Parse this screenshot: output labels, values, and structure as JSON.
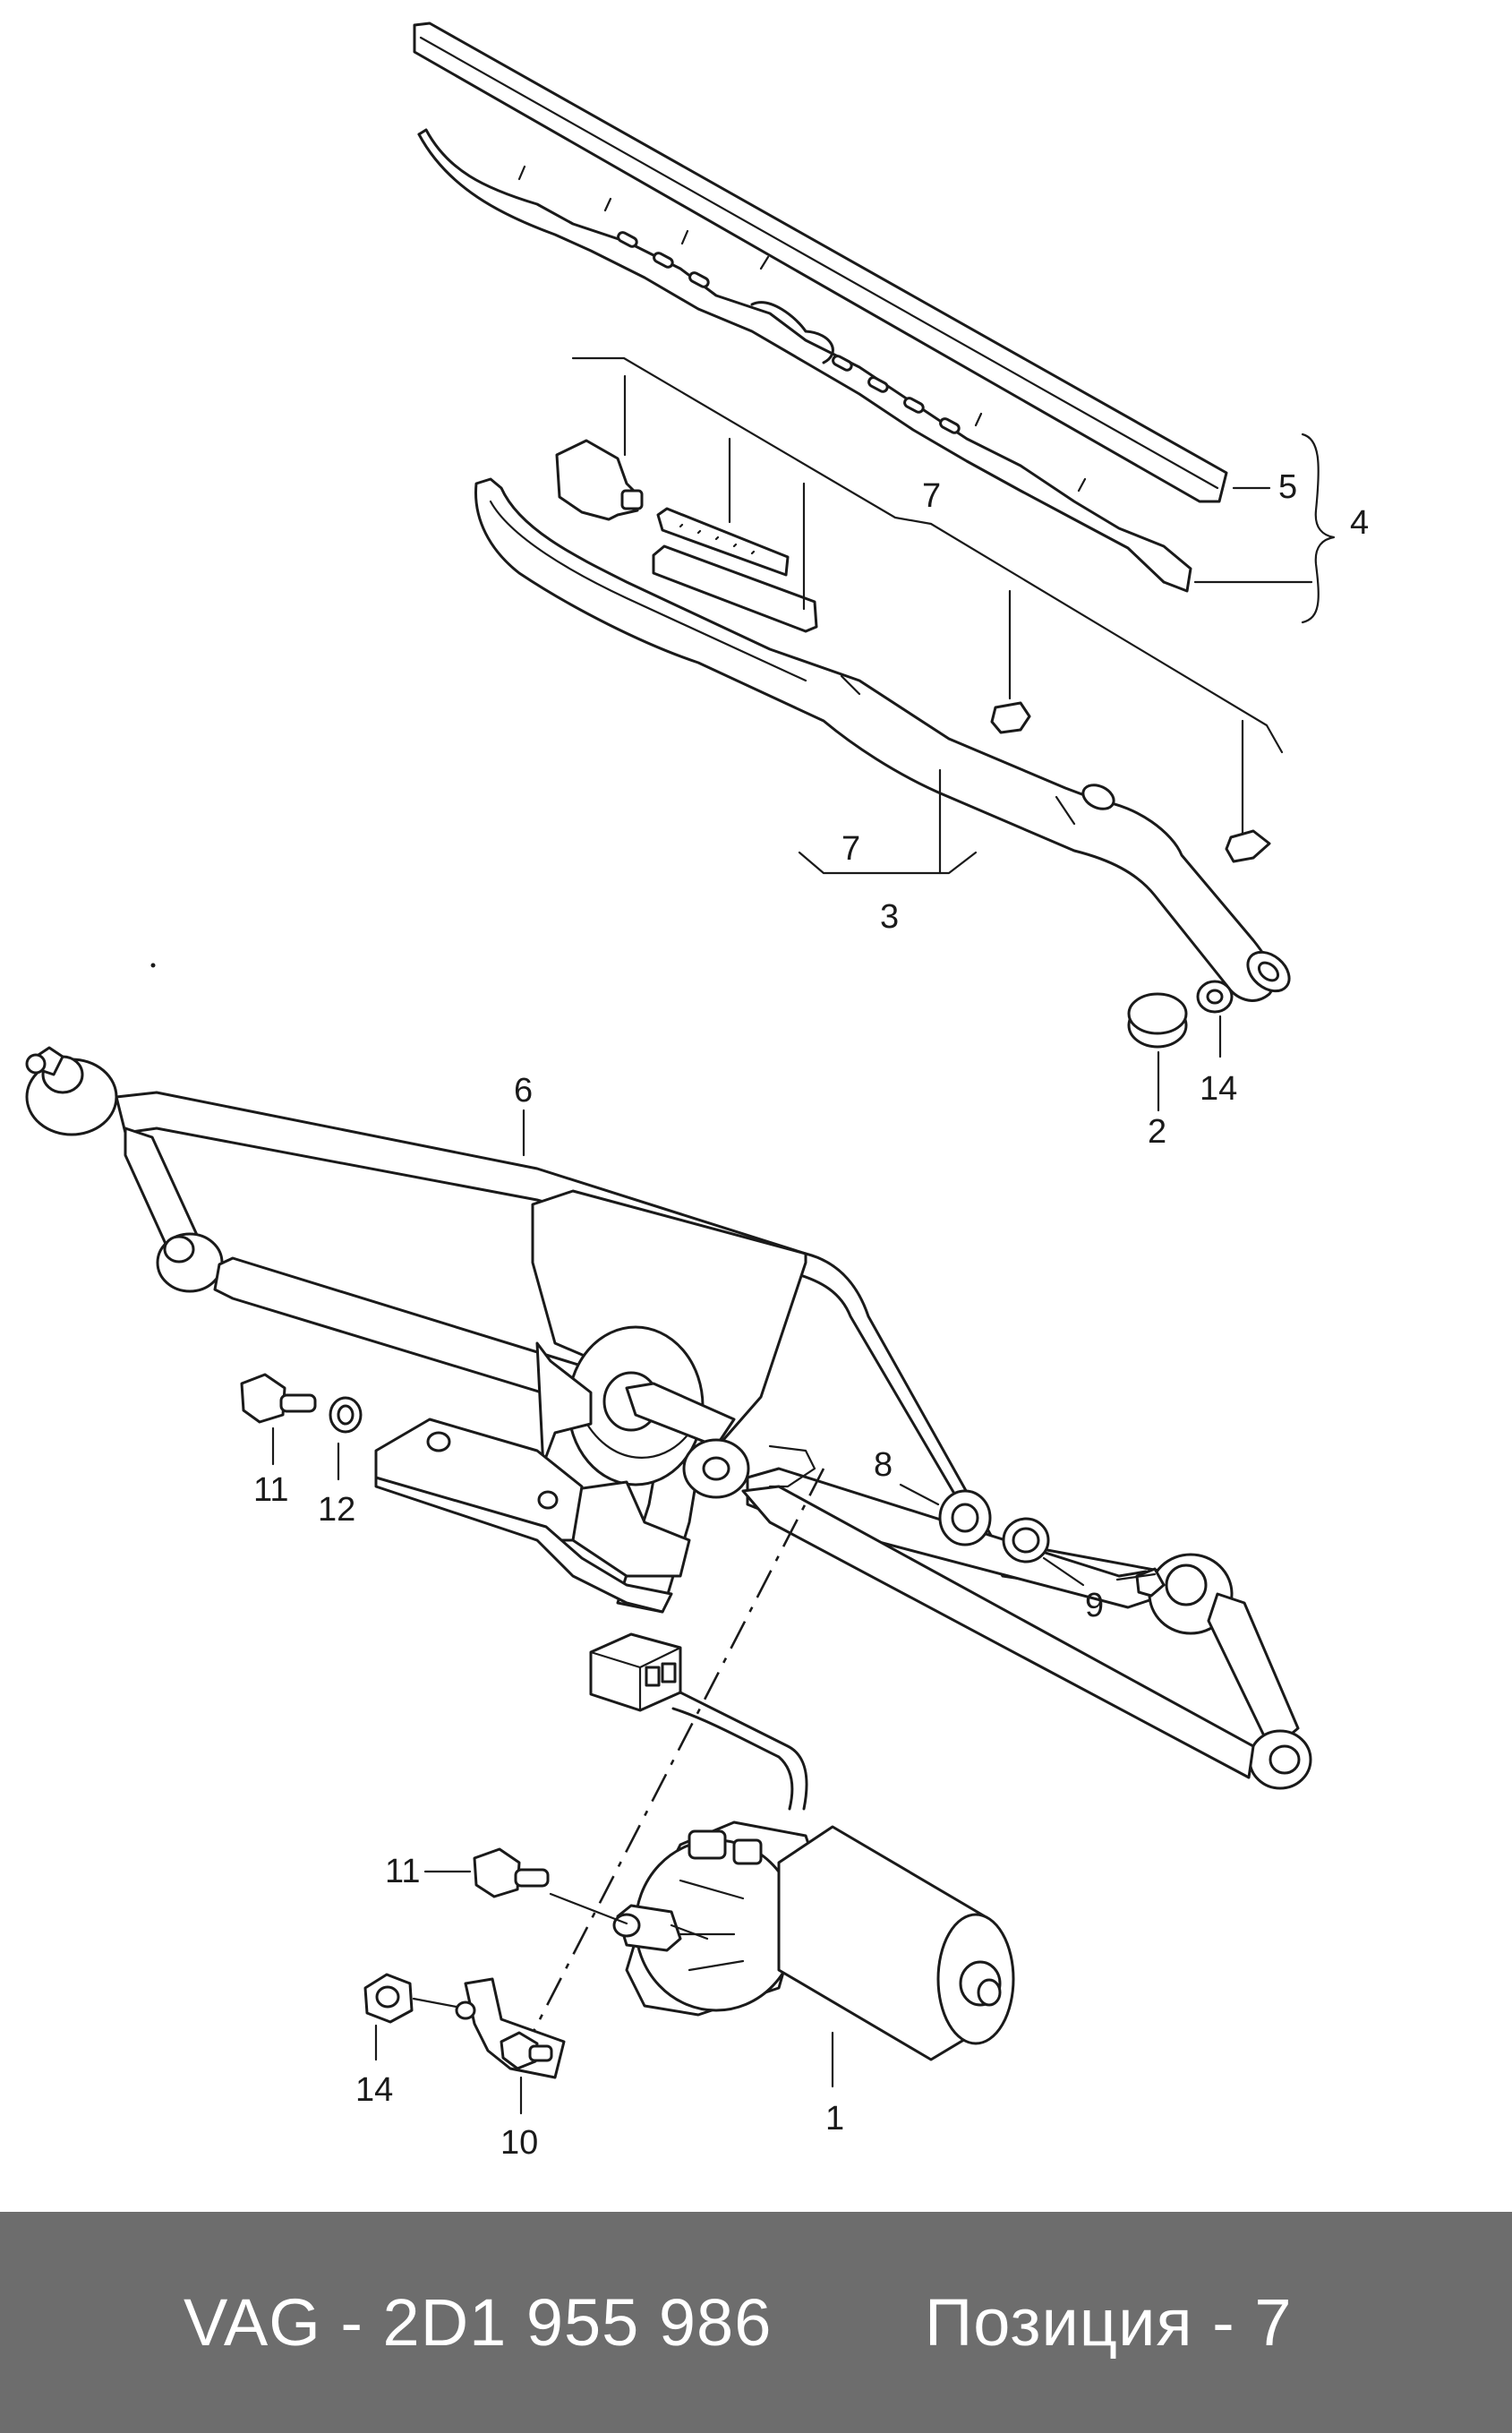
{
  "callouts": {
    "c1": "1",
    "c2": "2",
    "c3": "3",
    "c4": "4",
    "c5": "5",
    "c6": "6",
    "c7a": "7",
    "c7b": "7",
    "c8": "8",
    "c9": "9",
    "c10": "10",
    "c11a": "11",
    "c11b": "11",
    "c12": "12",
    "c14a": "14",
    "c14b": "14"
  },
  "footer": {
    "part_number": "VAG - 2D1 955 986",
    "position": "Позиция - 7"
  },
  "colors": {
    "footer_bg": "#6d6d6d",
    "line": "#1a1a1a",
    "background": "#ffffff"
  }
}
